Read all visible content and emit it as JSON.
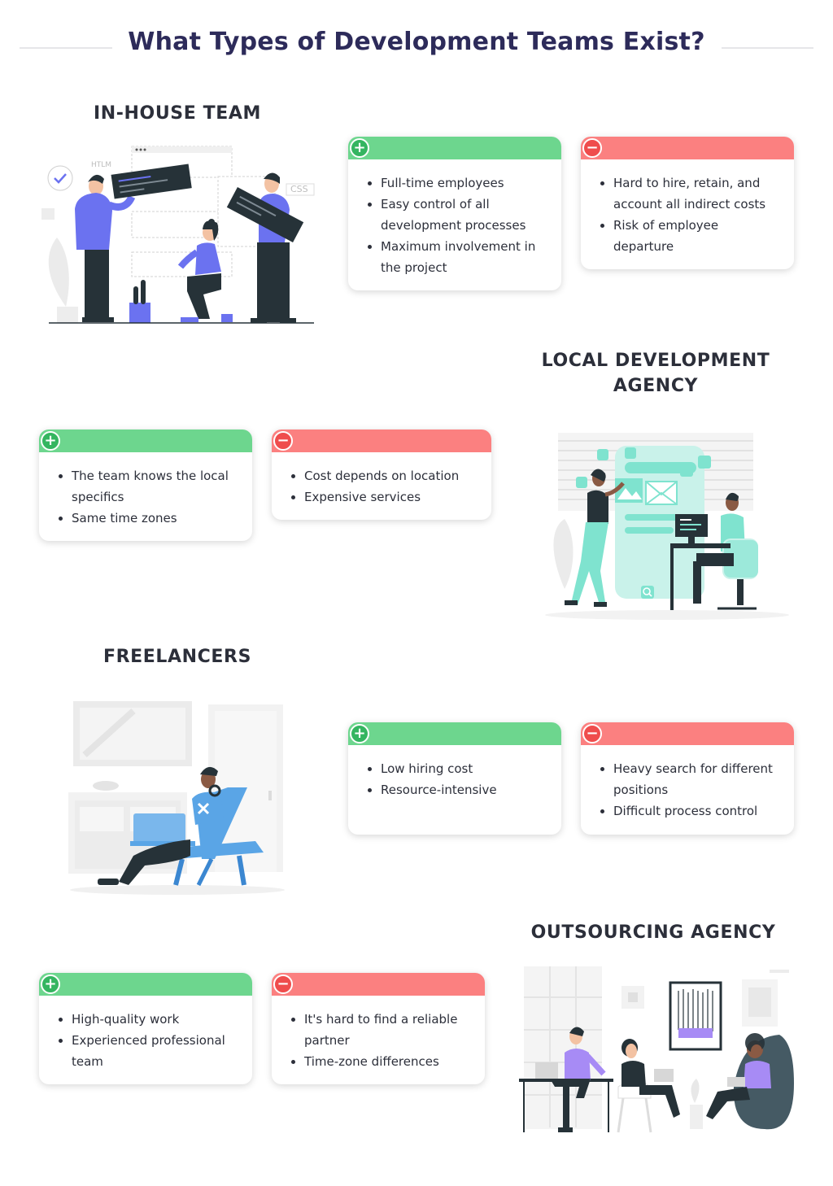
{
  "title": "What Types of Development Teams Exist?",
  "sections": [
    {
      "heading": "IN-HOUSE TEAM",
      "heading_lines": [
        "IN-HOUSE TEAM"
      ],
      "pros": [
        "Full-time employees",
        "Easy control of all development processes",
        "Maximum involvement in the project"
      ],
      "cons": [
        "Hard to hire, retain, and account all indirect costs",
        "Risk of employee departure"
      ]
    },
    {
      "heading": "LOCAL DEVELOPMENT AGENCY",
      "heading_lines": [
        "LOCAL DEVELOPMENT",
        "AGENCY"
      ],
      "pros": [
        "The team knows the local specifics",
        "Same time zones"
      ],
      "cons": [
        "Cost depends on location",
        "Expensive services"
      ]
    },
    {
      "heading": "FREELANCERS",
      "heading_lines": [
        "FREELANCERS"
      ],
      "pros": [
        "Low hiring cost",
        "Resource-intensive"
      ],
      "cons": [
        "Heavy search for different positions",
        "Difficult process control"
      ]
    },
    {
      "heading": "OUTSOURCING AGENCY",
      "heading_lines": [
        "OUTSOURCING AGENCY"
      ],
      "pros": [
        "High-quality work",
        "Experienced professional team"
      ],
      "cons": [
        "It's hard to find a reliable partner",
        "Time-zone differences"
      ]
    }
  ],
  "pro_sign": "+",
  "con_sign": "−",
  "illustration_text": {
    "htlm": "HTLM",
    "css": "CSS"
  },
  "icons": [
    "plus-icon",
    "minus-icon",
    "checkmark-icon",
    "code-icon",
    "search-icon",
    "image-icon",
    "mail-icon"
  ],
  "colors": {
    "title": "#2d2b5a",
    "pro": "#6dd68e",
    "con": "#fb8080",
    "accent_blue": "#6b72f0",
    "accent_teal": "#7fe3cf",
    "accent_purple": "#a78bf5"
  }
}
